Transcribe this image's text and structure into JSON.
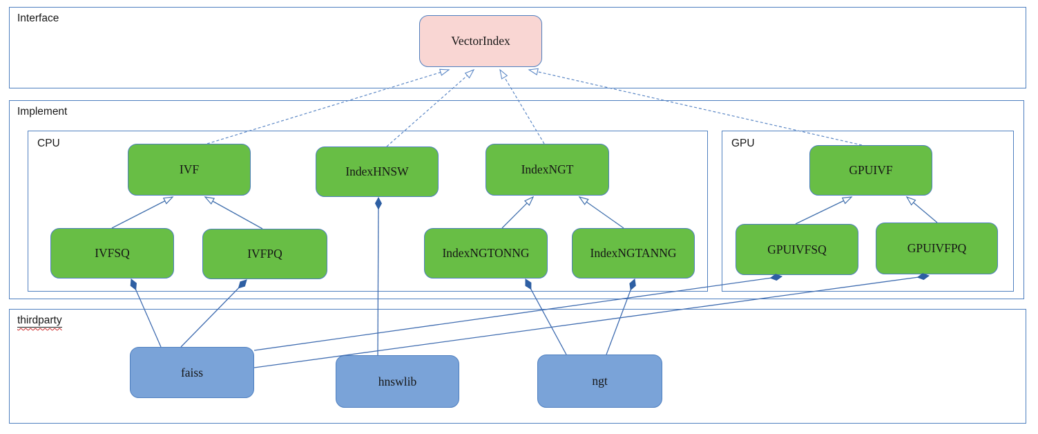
{
  "containers": {
    "interface": {
      "label": "Interface"
    },
    "implement": {
      "label": "Implement"
    },
    "cpu": {
      "label": "CPU"
    },
    "gpu": {
      "label": "GPU"
    },
    "thirdparty": {
      "label": "thirdparty"
    }
  },
  "nodes": {
    "vectorindex": {
      "label": "VectorIndex",
      "role": "interface"
    },
    "ivf": {
      "label": "IVF",
      "role": "cpu-implementation"
    },
    "indexhnsw": {
      "label": "IndexHNSW",
      "role": "cpu-implementation"
    },
    "indexngt": {
      "label": "IndexNGT",
      "role": "cpu-implementation"
    },
    "ivfsq": {
      "label": "IVFSQ",
      "role": "cpu-implementation"
    },
    "ivfpq": {
      "label": "IVFPQ",
      "role": "cpu-implementation"
    },
    "indexngtonng": {
      "label": "IndexNGTONNG",
      "role": "cpu-implementation"
    },
    "indexngtanng": {
      "label": "IndexNGTANNG",
      "role": "cpu-implementation"
    },
    "gpuivf": {
      "label": "GPUIVF",
      "role": "gpu-implementation"
    },
    "gpuivfsq": {
      "label": "GPUIVFSQ",
      "role": "gpu-implementation"
    },
    "gpuivfpq": {
      "label": "GPUIVFPQ",
      "role": "gpu-implementation"
    },
    "faiss": {
      "label": "faiss",
      "role": "thirdparty-library"
    },
    "hnswlib": {
      "label": "hnswlib",
      "role": "thirdparty-library"
    },
    "ngt": {
      "label": "ngt",
      "role": "thirdparty-library"
    }
  },
  "edges": [
    {
      "from": "ivf",
      "to": "vectorindex",
      "type": "realize",
      "points": [
        [
          300,
          208
        ],
        [
          650,
          101
        ]
      ]
    },
    {
      "from": "indexhnsw",
      "to": "vectorindex",
      "type": "realize",
      "points": [
        [
          560,
          212
        ],
        [
          686,
          101
        ]
      ]
    },
    {
      "from": "indexngt",
      "to": "vectorindex",
      "type": "realize",
      "points": [
        [
          788,
          208
        ],
        [
          724,
          101
        ]
      ]
    },
    {
      "from": "gpuivf",
      "to": "vectorindex",
      "type": "realize",
      "points": [
        [
          1248,
          210
        ],
        [
          766,
          101
        ]
      ]
    },
    {
      "from": "ivfsq",
      "to": "ivf",
      "type": "inherit",
      "points": [
        [
          162,
          330
        ],
        [
          250,
          285
        ]
      ]
    },
    {
      "from": "ivfpq",
      "to": "ivf",
      "type": "inherit",
      "points": [
        [
          380,
          331
        ],
        [
          297,
          285
        ]
      ]
    },
    {
      "from": "indexngtonng",
      "to": "indexngt",
      "type": "inherit",
      "points": [
        [
          727,
          330
        ],
        [
          772,
          285
        ]
      ]
    },
    {
      "from": "indexngtanng",
      "to": "indexngt",
      "type": "inherit",
      "points": [
        [
          903,
          330
        ],
        [
          839,
          285
        ]
      ]
    },
    {
      "from": "gpuivfsq",
      "to": "gpuivf",
      "type": "inherit",
      "points": [
        [
          1152,
          324
        ],
        [
          1233,
          285
        ]
      ]
    },
    {
      "from": "gpuivfpq",
      "to": "gpuivf",
      "type": "inherit",
      "points": [
        [
          1357,
          322
        ],
        [
          1313,
          285
        ]
      ]
    },
    {
      "from": "faiss",
      "to": "ivfsq",
      "type": "compose",
      "points": [
        [
          233,
          502
        ],
        [
          190,
          404
        ]
      ]
    },
    {
      "from": "faiss",
      "to": "ivfpq",
      "type": "compose",
      "points": [
        [
          262,
          502
        ],
        [
          357,
          405
        ]
      ]
    },
    {
      "from": "faiss",
      "to": "gpuivfsq",
      "type": "compose",
      "points": [
        [
          368,
          507
        ],
        [
          1132,
          400
        ]
      ]
    },
    {
      "from": "faiss",
      "to": "gpuivfpq",
      "type": "compose",
      "points": [
        [
          368,
          532
        ],
        [
          1345,
          399
        ]
      ]
    },
    {
      "from": "hnswlib",
      "to": "indexhnsw",
      "type": "compose",
      "points": [
        [
          547,
          514
        ],
        [
          548,
          286
        ]
      ]
    },
    {
      "from": "ngt",
      "to": "indexngtonng",
      "type": "compose",
      "points": [
        [
          820,
          513
        ],
        [
          761,
          404
        ]
      ]
    },
    {
      "from": "ngt",
      "to": "indexngtanng",
      "type": "compose",
      "points": [
        [
          878,
          513
        ],
        [
          919,
          404
        ]
      ]
    }
  ],
  "legend": {
    "realize": "dashed open-triangle arrow to VectorIndex (interface realization)",
    "inherit": "solid open-triangle arrow to parent class (inheritance)",
    "compose": "solid line with filled diamond at owning class (composition)"
  },
  "colors": {
    "interface_fill": "#f9d6d3",
    "implementation_fill": "#68be45",
    "thirdparty_fill": "#7aa3d8",
    "node_border": "#4d7ebf",
    "container_border": "#4d7ebf",
    "edge_solid": "#4170ad",
    "edge_dashed": "#5b87c5",
    "diamond_fill": "#2e5fa3",
    "spellcheck_squiggle": "#cc2222"
  }
}
